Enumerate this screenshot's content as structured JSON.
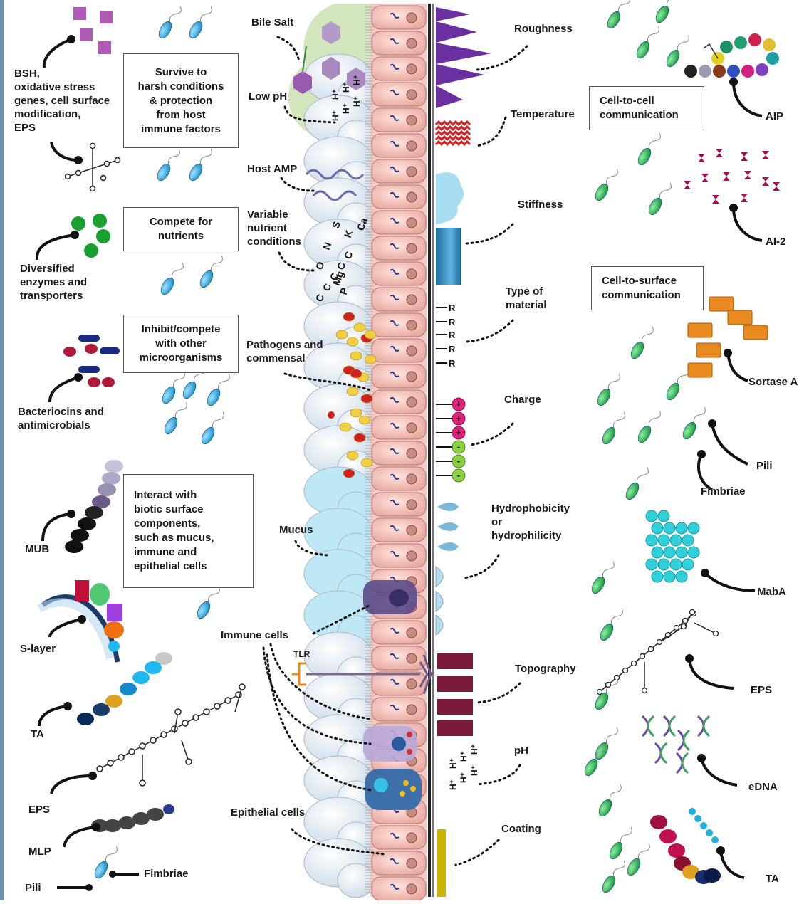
{
  "left_labels": {
    "bsh": "BSH,\noxidative stress\ngenes, cell surface\nmodification,\nEPS",
    "enzymes": "Diversified\nenzymes and\ntransporters",
    "bacteriocins": "Bacteriocins and\nantimicrobials",
    "mub": "MUB",
    "slayer": "S-layer",
    "ta": "TA",
    "eps": "EPS",
    "mlp": "MLP",
    "pili": "Pili",
    "fimbriae": "Fimbriae"
  },
  "boxes": {
    "survive": "Survive to\nharsh conditions\n& protection\nfrom host\nimmune factors",
    "compete": "Compete for\nnutrients",
    "inhibit": "Inhibit/compete\nwith other\nmicroorganisms",
    "interact": "Interact with\nbiotic surface\ncomponents,\nsuch as mucus,\nimmune and\nepithelial cells",
    "cell_to_cell": "Cell-to-cell\ncommunication",
    "cell_to_surface": "Cell-to-surface\ncommunication"
  },
  "center_labels": {
    "bile_salt": "Bile Salt",
    "low_ph": "Low pH",
    "host_amp": "Host AMP",
    "variable_nutrient": "Variable\nnutrient\nconditions",
    "pathogens": "Pathogens and\ncommensal",
    "mucus": "Mucus",
    "immune_cells": "Immune cells",
    "tlr": "TLR",
    "epithelial_cells": "Epithelial cells",
    "nutrient_ions": [
      "C",
      "C",
      "C",
      "C",
      "C",
      "O",
      "N",
      "S",
      "Ca",
      "K",
      "Mg",
      "P"
    ],
    "hplus": "H⁺"
  },
  "surface_labels": {
    "roughness": "Roughness",
    "temperature": "Temperature",
    "stiffness": "Stiffness",
    "type_material": "Type of\nmaterial",
    "charge": "Charge",
    "hydrophobicity": "Hydrophobicity\nor\nhydrophilicity",
    "topography": "Topography",
    "ph": "pH",
    "coating": "Coating",
    "material_symbol": "R",
    "plus": "+",
    "minus": "-"
  },
  "right_labels": {
    "aip": "AIP",
    "ai2": "AI-2",
    "sortase": "Sortase A",
    "pili": "Pili",
    "fimbriae": "Fimbriae",
    "maba": "MabA",
    "eps": "EPS",
    "edna": "eDNA",
    "ta": "TA"
  },
  "colors": {
    "bacteria_blue": "#2aa8e0",
    "bacteria_green": "#22b04a",
    "mucus": "#b9e4f2",
    "epithelium": "#f6c9c4",
    "roughness": "#6a2fa0",
    "temperature": "#d42020",
    "stiffness": "#3c8fc4",
    "topography": "#7a1a3a",
    "coating": "#c9b400",
    "sortase": "#e88a20",
    "maba": "#2fd0d8"
  }
}
